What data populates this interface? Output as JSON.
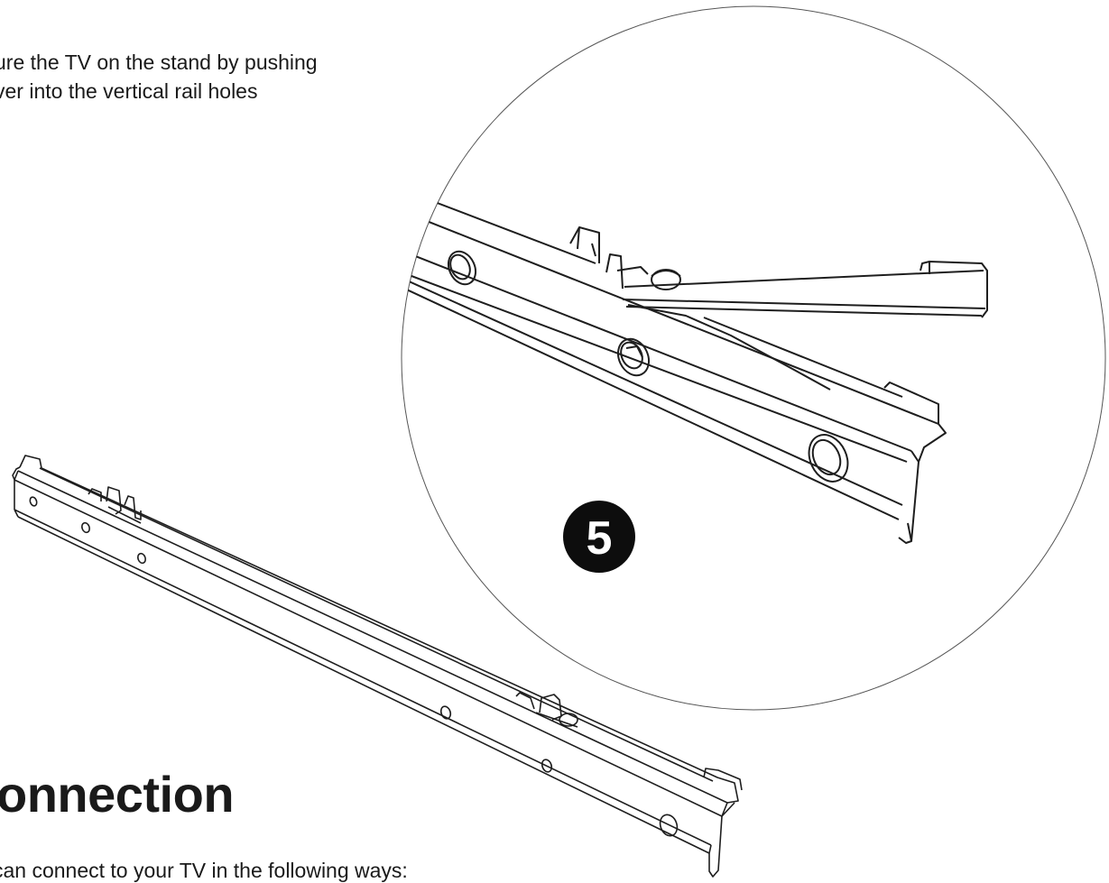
{
  "instruction": {
    "line1": "ure the TV on the stand by pushing",
    "line2": "ver into the vertical rail holes"
  },
  "step_badge": "5",
  "heading": "onnection",
  "subtext": "can connect to your TV in the following ways:",
  "illustration": {
    "main": "vertical-rail",
    "detail": "rail-lever-closeup"
  }
}
